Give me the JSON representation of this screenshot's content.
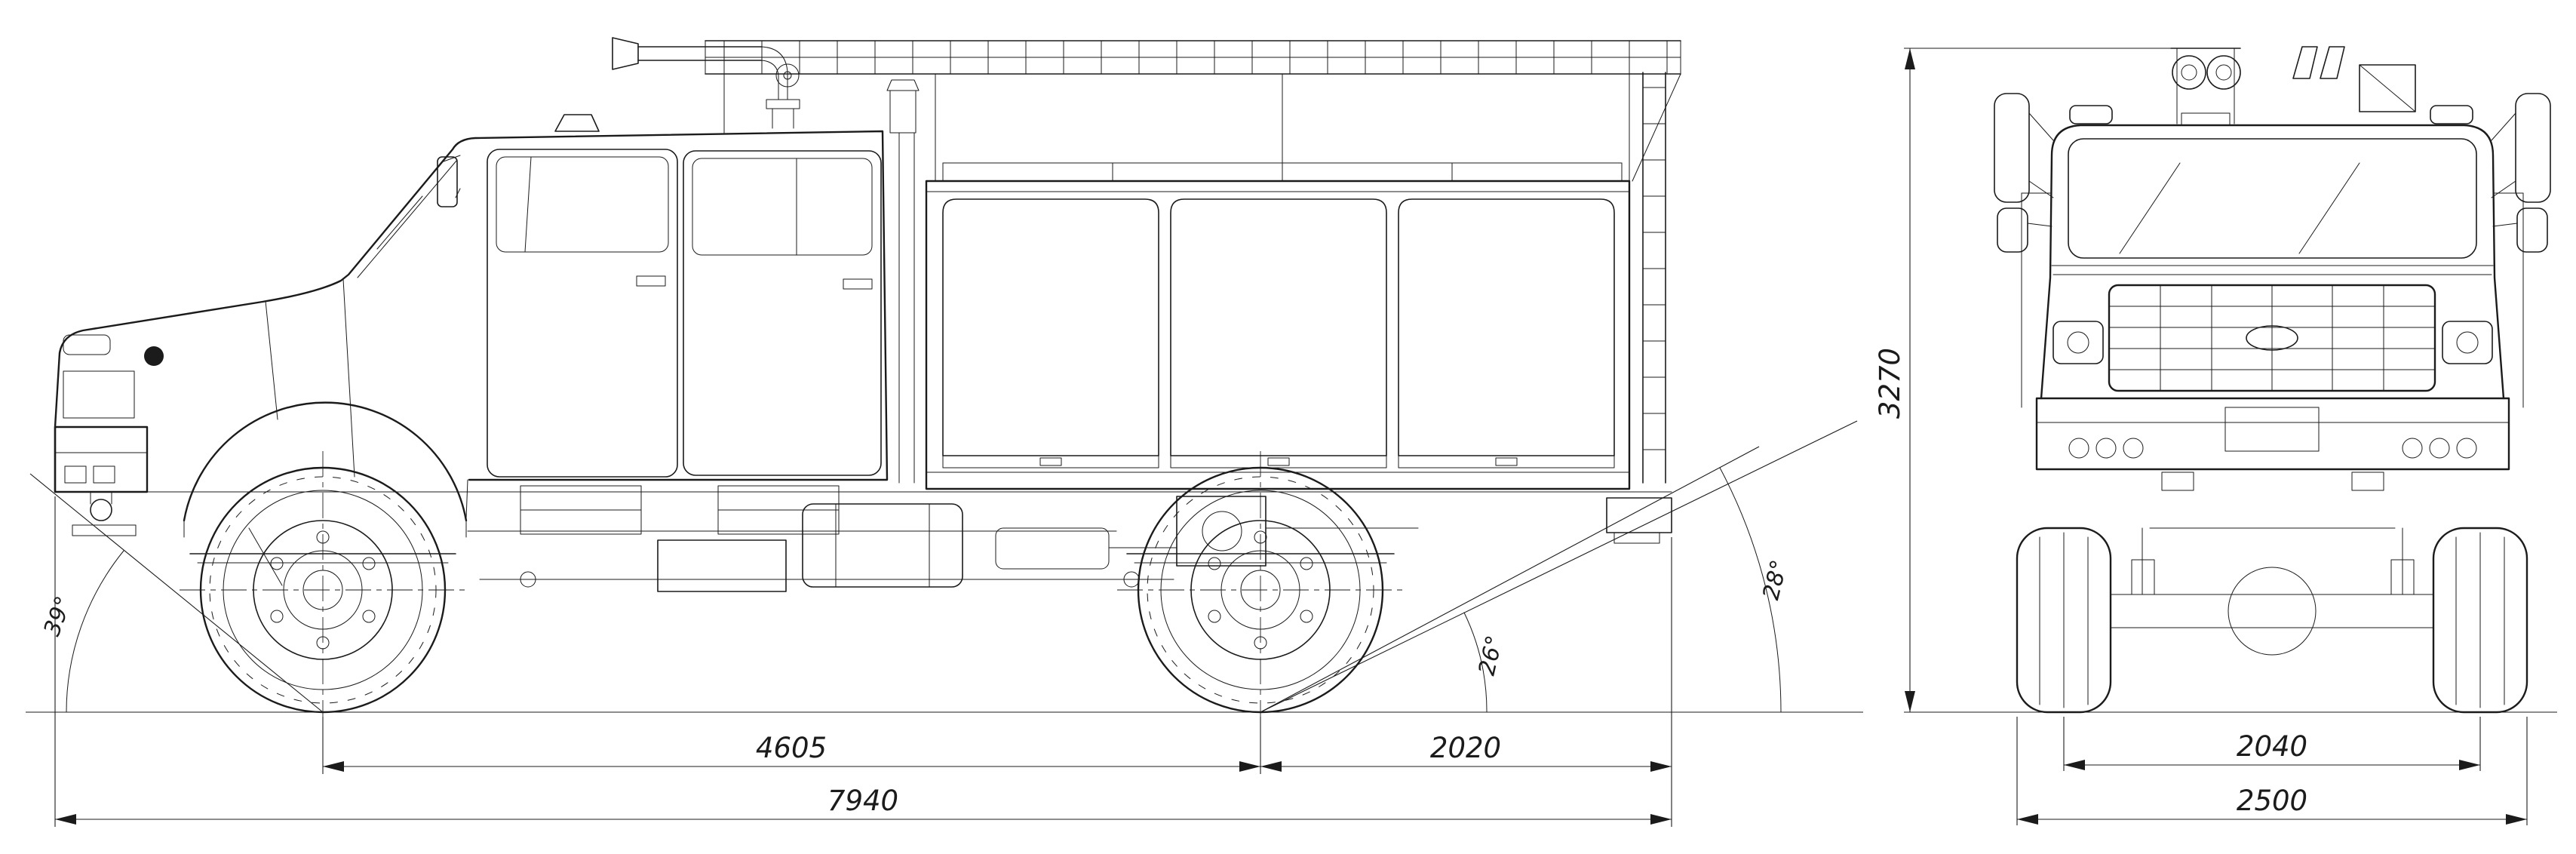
{
  "drawing": {
    "line_color": "#1b1b1b",
    "background": "#ffffff"
  },
  "side_view": {
    "dim_wheelbase": "4605",
    "dim_rear_overhang": "2020",
    "dim_overall_length": "7940",
    "angle_approach": "39°",
    "angle_departure_inner": "26°",
    "angle_departure_outer": "28°"
  },
  "front_view": {
    "dim_overall_height": "3270",
    "dim_track": "2040",
    "dim_overall_width": "2500"
  }
}
